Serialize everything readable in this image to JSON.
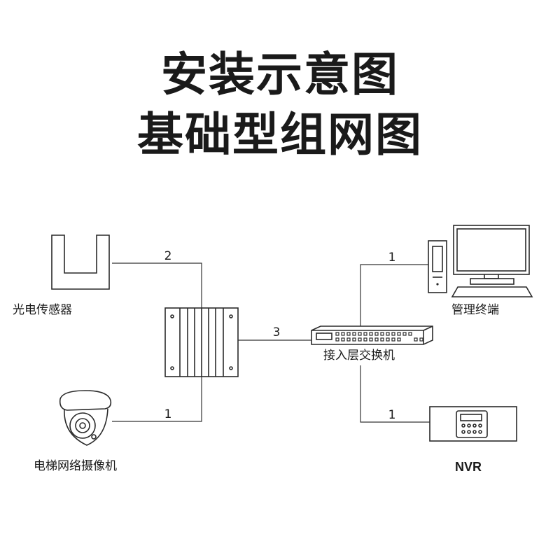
{
  "title": {
    "line1": "安装示意图",
    "line2": "基础型组网图"
  },
  "devices": {
    "sensor": {
      "label": "光电传感器",
      "icon": "photoelectric-sensor-icon"
    },
    "camera": {
      "label": "电梯网络摄像机",
      "icon": "dome-camera-icon"
    },
    "terminal": {
      "label": "管理终端",
      "icon": "desktop-computer-icon"
    },
    "switch": {
      "label": "接入层交换机",
      "icon": "network-switch-icon"
    },
    "nvr": {
      "label": "NVR",
      "icon": "nvr-recorder-icon"
    },
    "bridge": {
      "icon": "wireless-bridge-box-icon"
    }
  },
  "links": {
    "sensor_bridge": "2",
    "camera_bridge": "1",
    "bridge_switch": "3",
    "switch_terminal": "1",
    "switch_nvr": "1"
  },
  "colors": {
    "line": "#333333",
    "text": "#1a1a1a",
    "background": "#ffffff"
  }
}
